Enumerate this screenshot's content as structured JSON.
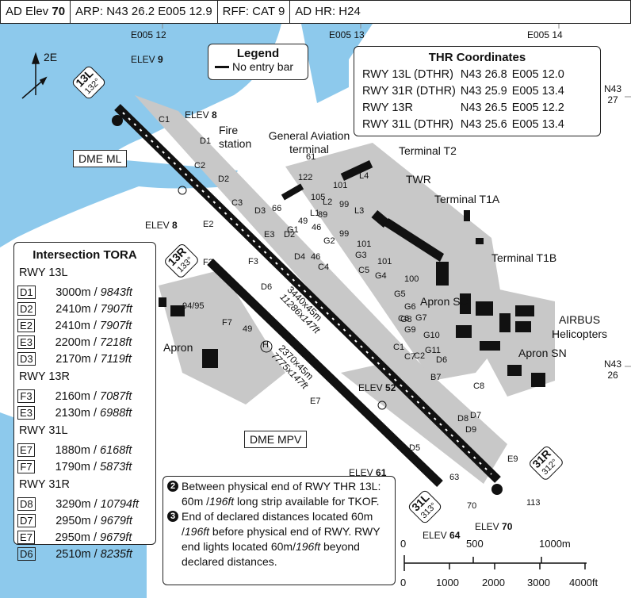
{
  "header": {
    "ad_elev_label": "AD Elev",
    "ad_elev_value": "70",
    "arp": "ARP: N43 26.2 E005 12.9",
    "rff": "RFF: CAT  9",
    "ad_hr": "AD HR:  H24"
  },
  "grid": {
    "lon_12": "E005  12",
    "lon_13": "E005  13",
    "lon_14": "E005  14",
    "lat_27_a": "N43",
    "lat_27_b": "27",
    "lat_26_a": "N43",
    "lat_26_b": "26"
  },
  "compass": {
    "label": "2E"
  },
  "legend": {
    "title": "Legend",
    "item": "No entry bar"
  },
  "thr_coordinates": {
    "title": "THR Coordinates",
    "rows": [
      {
        "rwy": "RWY 13L (DTHR)",
        "lat": "N43 26.8",
        "lon": "E005 12.0"
      },
      {
        "rwy": "RWY 31R (DTHR)",
        "lat": "N43 25.9",
        "lon": "E005 13.4"
      },
      {
        "rwy": "RWY 13R",
        "lat": "N43 26.5",
        "lon": "E005 12.2"
      },
      {
        "rwy": "RWY 31L (DTHR)",
        "lat": "N43 25.6",
        "lon": "E005 13.4"
      }
    ]
  },
  "intersection_tora": {
    "title": "Intersection TORA",
    "groups": [
      {
        "rwy": "RWY 13L",
        "rows": [
          {
            "tag": "D1",
            "m": "3000m /",
            "ft": "9843ft"
          },
          {
            "tag": "D2",
            "m": "2410m /",
            "ft": "7907ft"
          },
          {
            "tag": "E2",
            "m": "2410m /",
            "ft": "7907ft"
          },
          {
            "tag": "E3",
            "m": "2200m /",
            "ft": "7218ft"
          },
          {
            "tag": "D3",
            "m": "2170m /",
            "ft": "7119ft"
          }
        ]
      },
      {
        "rwy": "RWY 13R",
        "rows": [
          {
            "tag": "F3",
            "m": "2160m /",
            "ft": "7087ft"
          },
          {
            "tag": "E3",
            "m": "2130m /",
            "ft": "6988ft"
          }
        ]
      },
      {
        "rwy": "RWY 31L",
        "rows": [
          {
            "tag": "E7",
            "m": "1880m /",
            "ft": "6168ft"
          },
          {
            "tag": "F7",
            "m": "1790m /",
            "ft": "5873ft"
          }
        ]
      },
      {
        "rwy": "RWY 31R",
        "rows": [
          {
            "tag": "D8",
            "m": "3290m /",
            "ft": "10794ft"
          },
          {
            "tag": "D7",
            "m": "2950m /",
            "ft": "9679ft"
          },
          {
            "tag": "E7",
            "m": "2950m /",
            "ft": "9679ft"
          },
          {
            "tag": "D6",
            "m": "2510m /",
            "ft": "8235ft"
          }
        ]
      }
    ]
  },
  "notes": {
    "n2_num": "2",
    "n2_a": "Between physical end of RWY THR 13L: 60m /",
    "n2_ft": "196ft",
    "n2_b": " long strip available for TKOF.",
    "n3_num": "3",
    "n3_a": "End of declared distances located 60m /",
    "n3_ft1": "196ft",
    "n3_b": " before physical end of RWY. RWY end lights located 60m/",
    "n3_ft2": "196ft",
    "n3_c": " beyond declared distances."
  },
  "labels": {
    "elev9": "ELEV",
    "elev9_v": "9",
    "elev8a": "ELEV",
    "elev8a_v": "8",
    "elev8b": "ELEV",
    "elev8b_v": "8",
    "elev52": "ELEV",
    "elev52_v": "52",
    "elev61": "ELEV",
    "elev61_v": "61",
    "elev64": "ELEV",
    "elev64_v": "64",
    "elev70": "ELEV",
    "elev70_v": "70",
    "fire_station": "Fire station",
    "general_aviation": "General Aviation terminal",
    "terminal_t2": "Terminal T2",
    "twr": "TWR",
    "terminal_t1a": "Terminal T1A",
    "terminal_t1b": "Terminal T1B",
    "apron_sc": "Apron SC",
    "airbus": "AIRBUS Helicopters",
    "apron_sn": "Apron SN",
    "apron": "Apron",
    "stand_9495": "94/95",
    "dme_ml": "DME ML",
    "dme_mpv": "DME MPV",
    "rwy13l": "13L",
    "rwy13l_hdg": "132°",
    "rwy13r": "13R",
    "rwy13r_hdg": "133°",
    "rwy31l": "31L",
    "rwy31l_hdg": "313°",
    "rwy31r": "31R",
    "rwy31r_hdg": "312°",
    "rwy_dim_a_m": "3440x45m",
    "rwy_dim_a_ft": "11286x147ft",
    "rwy_dim_b_m": "2370x45m",
    "rwy_dim_b_ft": "7775x147ft",
    "mark_h": "H",
    "stands": [
      "61",
      "122",
      "66",
      "105",
      "101",
      "L4",
      "L2",
      "L1",
      "89",
      "99",
      "L3",
      "49",
      "46",
      "G1",
      "99",
      "D2",
      "G2",
      "101",
      "D4",
      "46",
      "C4",
      "G3",
      "C5",
      "101",
      "G4",
      "100",
      "G5",
      "G6",
      "G7",
      "G8",
      "C6",
      "G9",
      "G10",
      "G11",
      "D6",
      "C7",
      "B7",
      "C8",
      "D7",
      "D8",
      "D9",
      "E9",
      "63",
      "70",
      "113",
      "49"
    ],
    "taxiways": [
      "C1",
      "D1",
      "C2",
      "D2",
      "C3",
      "D3",
      "E2",
      "E3",
      "F3",
      "F3",
      "F7",
      "E7",
      "D5",
      "D6",
      "C1",
      "C2"
    ]
  },
  "scale": {
    "m_ticks": [
      "0",
      "500",
      "1000m"
    ],
    "ft_ticks": [
      "0",
      "1000",
      "2000",
      "3000",
      "4000ft"
    ]
  },
  "colors": {
    "water": "#8dc9ec",
    "pavement": "#c8c8c8",
    "building": "#111111",
    "runway": "#111111"
  }
}
